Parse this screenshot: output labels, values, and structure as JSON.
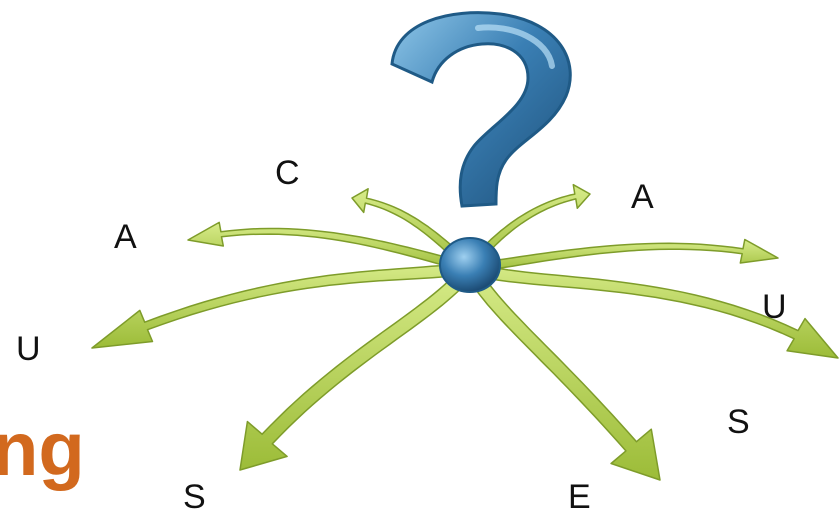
{
  "title_fragment": "ng",
  "letters": {
    "c": "C",
    "a_left": "A",
    "u_left": "U",
    "s_left": "S",
    "e": "E",
    "s_right": "S",
    "u_right": "U",
    "a_right": "A"
  },
  "icons": {
    "main": "question-mark-icon",
    "hub": "hub-sphere-icon",
    "arrows": "curved-arrow-icon"
  },
  "colors": {
    "title": "#d2691e",
    "question_mark": "#3a7fb4",
    "arrow_fill": "#b6d452",
    "arrow_stroke": "#7e9c2a",
    "text": "#111111"
  }
}
